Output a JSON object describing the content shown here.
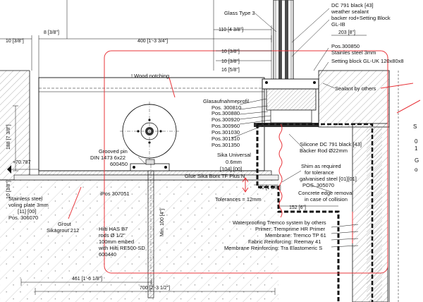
{
  "colors": {
    "ink": "#111111",
    "red": "#e8343a",
    "hatch": "#9a9a9a",
    "glass": "#4a4a4a",
    "light": "#d9d9d9"
  },
  "labels": {
    "glass_type": "Glass Type 3",
    "dc791": "DC 791 black [43]",
    "weather_sealant": "weather sealant",
    "backer_rod": "backer rod+Setting Block",
    "gl_ib": "GL-IB",
    "pos300850": "Pos.300850",
    "stainless": "Stainles steel 3mm",
    "setting_block": "Setting block GL-UK 120x80x8",
    "sealant_others": "Sealant by others",
    "wood_notching": "! Wood notching",
    "glasaufnahme": "Glasaufnahmeprofil",
    "pos300810": "Pos. 300810",
    "pos300880": "Pos.300880",
    "pos300920": "Pos.300920",
    "pos300960": "Pos.300960",
    "pos301030": "Pos.301030",
    "pos301310": "Pos.301310",
    "pos301350": "Pos.301350",
    "sika_universal": "Sika Universal",
    "sika_06": "0.6mm",
    "sika_codes": "[104] [00]",
    "glue_sika": "Glue Sika Bont TF Plus N",
    "silicone": "Silicone DC 791 black [43]",
    "backer_rod_22": "Backer Rod Ø22mm",
    "grooved_pin": "Grooved pin",
    "din": "DIN 1473 6x22",
    "pos600450": "600450",
    "elev": "+70.787",
    "shim1": "Shim as required",
    "shim2": "for tolerance",
    "shim3": "galvanised steel [01][01]",
    "shim4": "POS. 305070",
    "concrete1": "Concrete edge removal",
    "concrete2": "in case of collision",
    "stainless_plate1": "Stainless steel",
    "stainless_plate2": "voling plate 3mm",
    "stainless_plate3": "[11] [00]",
    "stainless_plate4": "Pos. 306070",
    "ipos": "iPos 307051",
    "tolerances": "Tolerances = 12mm",
    "grout1": "Grout",
    "grout2": "Sikagrout 212",
    "hilti1": "Hilti HAS B7",
    "hilti2": "rods Ø 1/2\"",
    "hilti3": "100mm embed",
    "hilti4": "with Hilti RE500-SD",
    "hilti5": "600440",
    "mm100": "Min. 100 [4\"]",
    "wp1": "Waterproofing Tremco system by others",
    "wp2": "Primer: Tremprime HR Primer",
    "wp3": "Membrane: Tremco TP 61",
    "wp4": "Fabric Reinforcing: Reemay 41",
    "wp5": "Membrane Reinforcing: Tra Elastomeric S",
    "right_s": "S",
    "right_0": "0",
    "right_1": "1",
    "right_g": "G",
    "right_o": "o"
  },
  "dimensions": {
    "d10": "10 [3/8\"]",
    "d8": "8 [3/8\"]",
    "d400": "400 [1'-3 3/4\"]",
    "d110": "110 [4 3/8\"]",
    "d10b": "10 [3/8\"]",
    "d10c": "10 [3/8\"]",
    "d16": "16 [5/8\"]",
    "d203": "203 [8\"]",
    "d188": "188 [7 3/8\"]",
    "d10v": "10 [3/8\"]",
    "d40": "40 [1 5/8\"]",
    "d152": "152 [6\"]",
    "d461": "461 [1'-6 1/8\"]",
    "d700": "700 [2'-3 1/2\"]"
  }
}
